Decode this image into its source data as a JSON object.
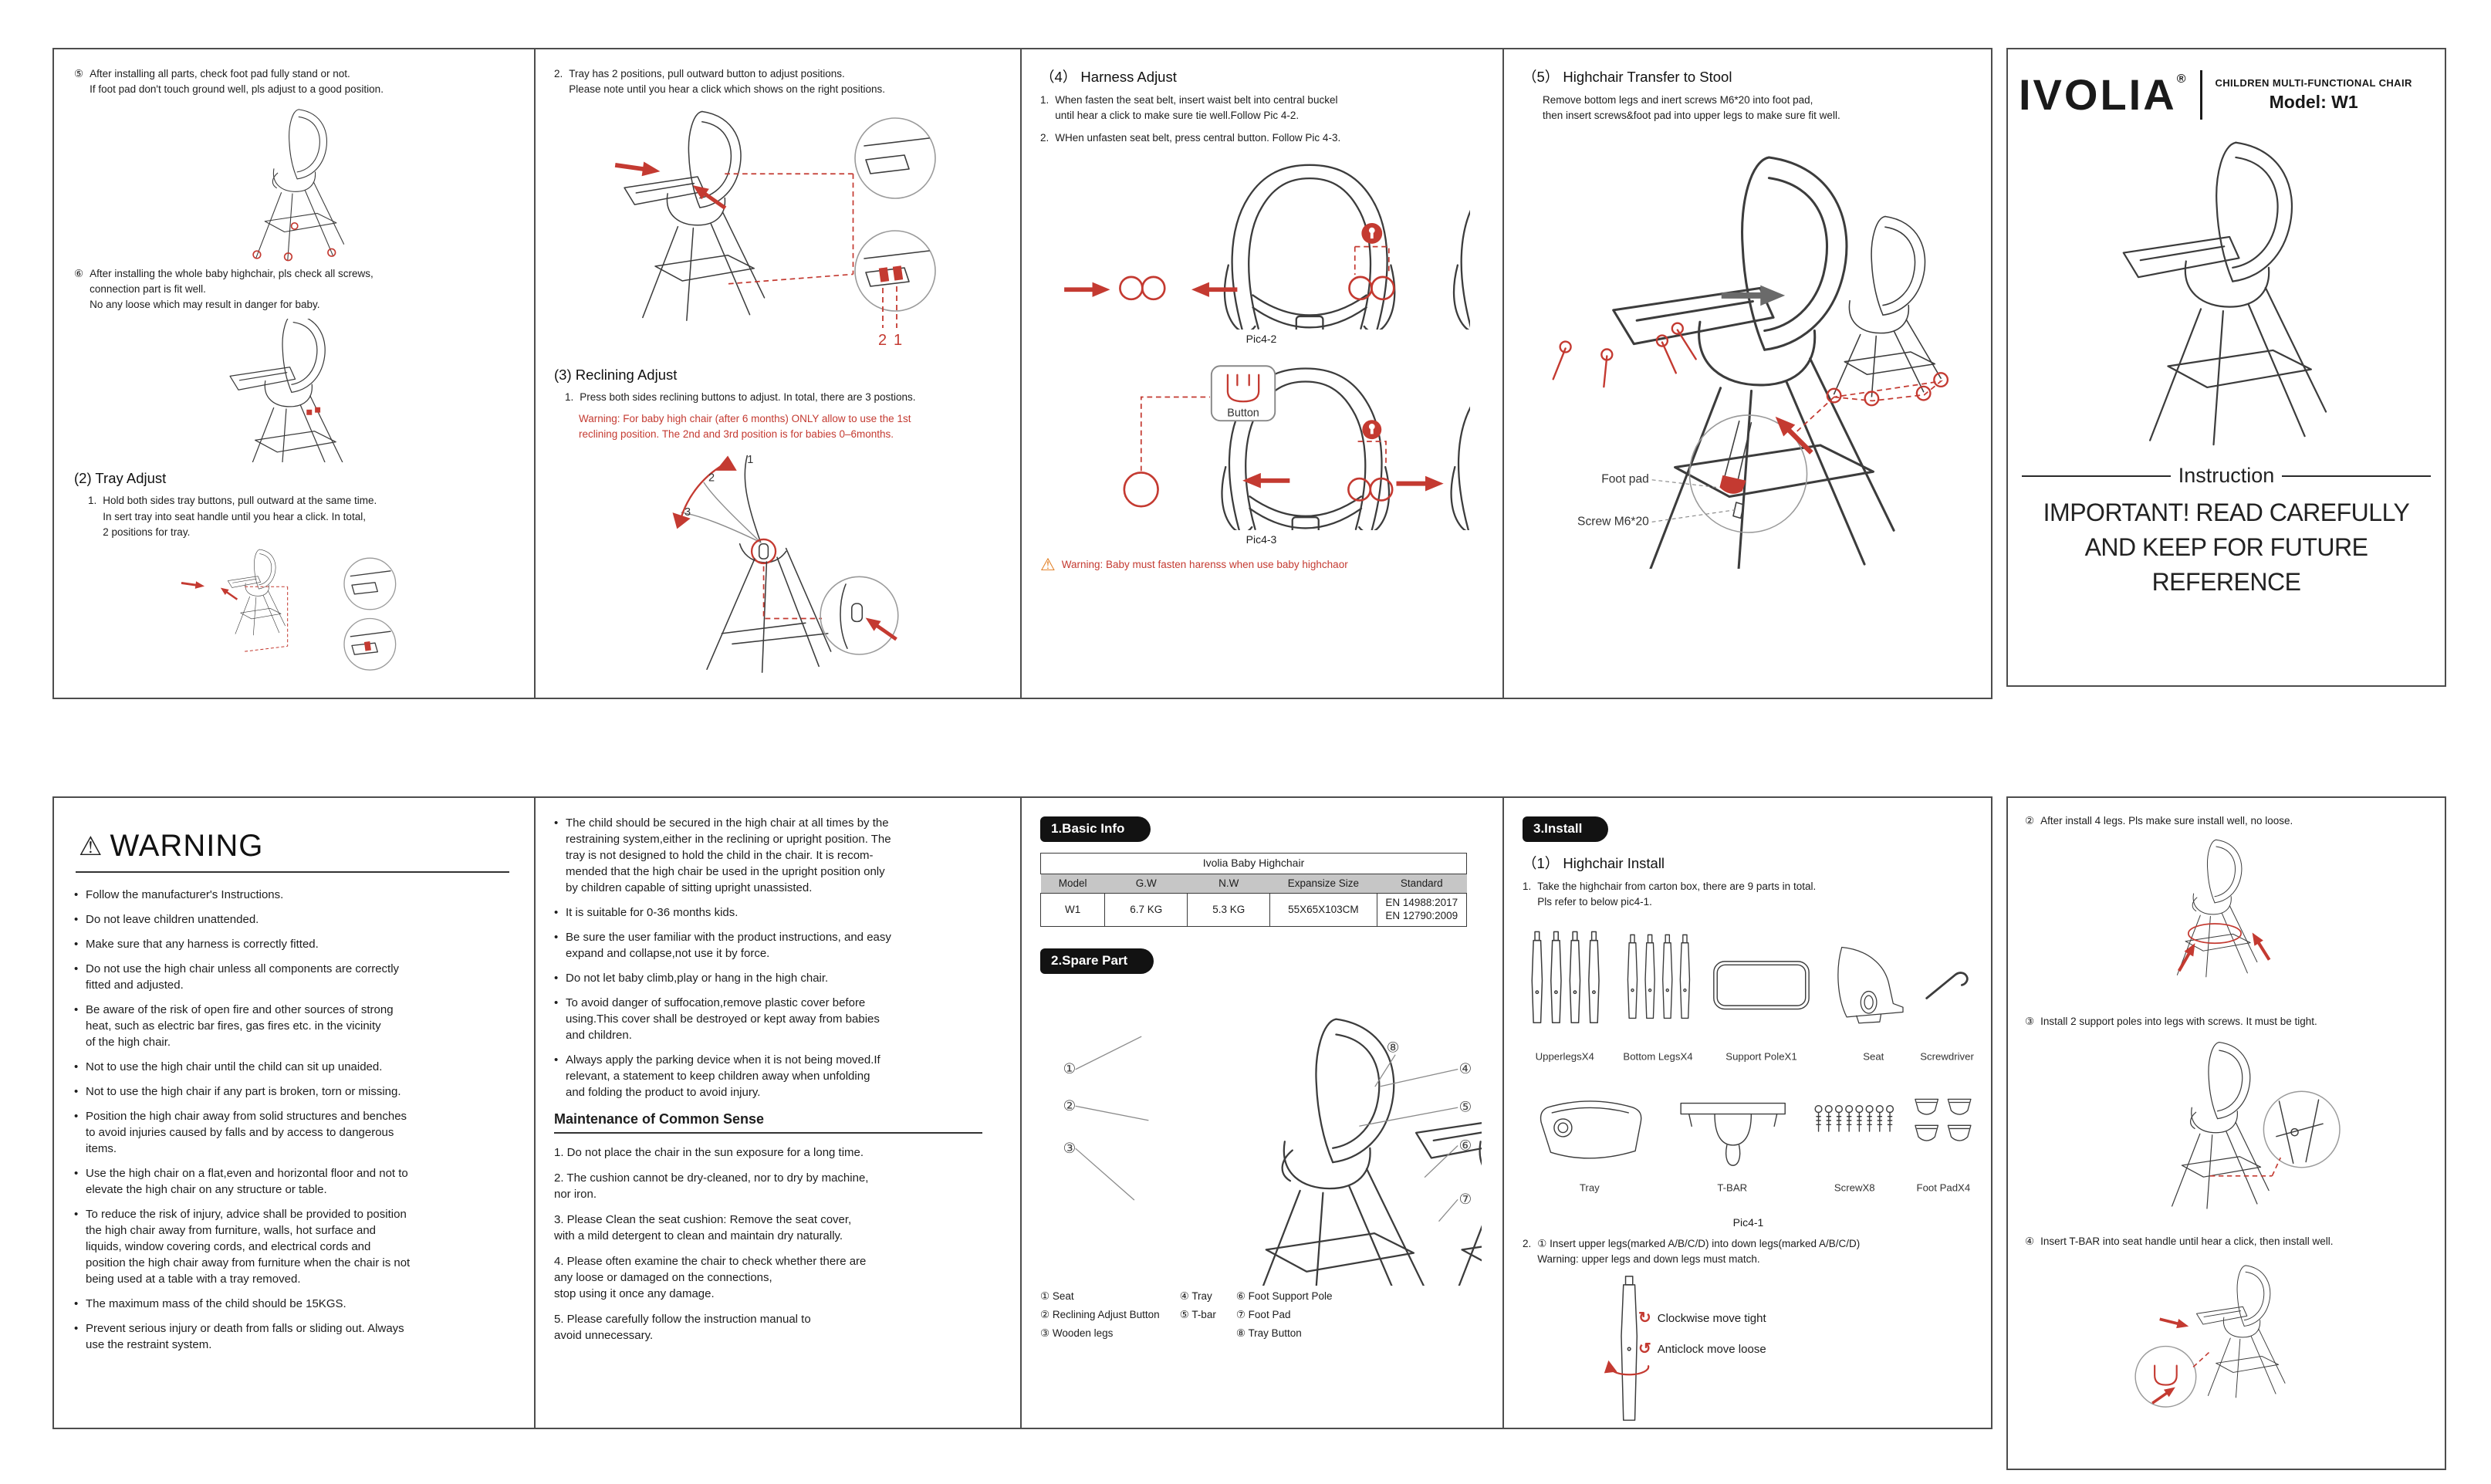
{
  "icons": {
    "warning_triangle": "⚠",
    "clockwise": "↻",
    "anticlockwise": "↺"
  },
  "cover": {
    "brand": "IVOLIA",
    "reg_mark": "®",
    "tagline": "CHILDREN MULTI-FUNCTIONAL CHAIR",
    "model": "Model: W1",
    "instruction_label": "Instruction",
    "important_line1": "IMPORTANT! READ CAREFULLY",
    "important_line2": "AND KEEP FOR FUTURE REFERENCE"
  },
  "top": {
    "panel1": {
      "step5_num": "⑤",
      "step5_text": "After installing all parts, check foot pad fully stand or not.\nIf foot pad don't touch ground well, pls adjust to a good position.",
      "step6_num": "⑥",
      "step6_text": "After installing the whole baby highchair, pls check all screws,\nconnection part is fit well.\nNo any loose which may result in danger for baby.",
      "tray_adjust_title": "(2)  Tray Adjust",
      "tray_item_num": "1.",
      "tray_item_text": "Hold both sides tray buttons, pull outward at the same time.\nIn sert tray into seat handle until you hear a click. In total,\n2 positions for tray."
    },
    "panel2": {
      "item_num": "2.",
      "item_text": "Tray has 2 positions, pull outward button to adjust positions.\nPlease note until you hear a click which shows on the right positions.",
      "pos_label_2": "2",
      "pos_label_1": "1",
      "recline_title": "(3) Reclining Adjust",
      "recline_item_num": "1.",
      "recline_item_text": "Press both sides reclining buttons to adjust. In total, there are 3 postions.",
      "recline_warning": "Warning: For baby high chair (after 6 months) ONLY allow to use the 1st\nreclining position.  The 2nd and 3rd position is for babies 0–6months.",
      "recline_pos1": "1",
      "recline_pos2": "2",
      "recline_pos3": "3"
    },
    "panel3": {
      "title": "（4） Harness Adjust",
      "item1_num": "1.",
      "item1_text": "When fasten the seat belt, insert waist belt into central buckel\nuntil hear a click to make sure tie well.Follow Pic 4-2.",
      "item2_num": "2.",
      "item2_text": "WHen unfasten seat belt, press central button. Follow Pic 4-3.",
      "pic42_caption": "Pic4-2",
      "pic43_caption": "Pic4-3",
      "button_label": "Button",
      "warning_text": "Warning: Baby must fasten harenss when use baby highchaor"
    },
    "panel4": {
      "title": "（5） Highchair Transfer to Stool",
      "body_text": "Remove bottom legs and inert screws M6*20 into foot pad,\nthen insert screws&foot pad into upper legs to make sure fit well.",
      "footpad_label": "Foot pad",
      "screw_label": "Screw M6*20"
    }
  },
  "warning_panel": {
    "title": "WARNING",
    "bullets": [
      "Follow the manufacturer's Instructions.",
      "Do not leave children unattended.",
      "Make sure that any harness is correctly fitted.",
      "Do not use the high chair unless all components are correctly\nfitted and adjusted.",
      "Be aware of the risk of open fire and other sources of strong\nheat, such as electric bar fires, gas fires etc. in the vicinity\nof the high chair.",
      "Not to use the high chair until the child can sit up unaided.",
      "Not to use the high chair if any part is broken, torn or missing.",
      "Position the high chair away from solid structures and benches\nto avoid injuries caused by falls and by access to dangerous\nitems.",
      "Use the high chair on a flat,even and horizontal floor and not to\nelevate the high chair on any structure or table.",
      "To reduce the risk of injury, advice shall be provided to position\nthe high chair away from furniture, walls, hot surface and\nliquids, window covering cords, and electrical cords and\nposition the high chair away from furniture when the chair is not\nbeing used at a table with a tray removed.",
      "The maximum mass of the child should be 15KGS.",
      "Prevent serious injury or death from falls or sliding out. Always\nuse the restraint system."
    ]
  },
  "notes_panel": {
    "bullets": [
      "The child should be secured in the high chair at all times by the\nrestraining system,either in the reclining or upright position. The\ntray is not designed to hold the child in the chair. It is recom-\nmended that the high chair be used in the upright position only\nby children capable of sitting upright unassisted.",
      "It is suitable for 0-36 months kids.",
      "Be sure the user familiar with the product instructions, and easy\nexpand and collapse,not use it by force.",
      "Do not let baby climb,play or hang in the high chair.",
      "To avoid danger of suffocation,remove plastic cover before\nusing.This cover shall be destroyed or kept away from babies\nand children.",
      "Always apply the parking device when it is not being moved.If\nrelevant, a statement to keep children away when unfolding\nand folding the product to avoid injury."
    ],
    "maintenance_title": "Maintenance of Common Sense",
    "items": [
      "1. Do not place the chair in the sun exposure for a long time.",
      "2. The cushion cannot be dry-cleaned, nor to dry by machine,\nnor iron.",
      "3. Please Clean the seat cushion: Remove the seat cover,\nwith a mild detergent to clean and maintain dry naturally.",
      "4. Please often examine the chair to check whether there are\nany loose or damaged on the connections,\nstop using it once any damage.",
      "5. Please carefully follow the instruction manual to\navoid unnecessary."
    ]
  },
  "basic_info": {
    "section_label": "1.Basic Info",
    "table": {
      "title": "Ivolia Baby Highchair",
      "headers": [
        "Model",
        "G.W",
        "N.W",
        "Expansize Size",
        "Standard"
      ],
      "row": [
        "W1",
        "6.7 KG",
        "5.3 KG",
        "55X65X103CM",
        "EN 14988:2017\nEN 12790:2009"
      ]
    }
  },
  "spare_part": {
    "section_label": "2.Spare Part",
    "callouts": [
      "①",
      "②",
      "③",
      "④",
      "⑤",
      "⑥",
      "⑦",
      "⑧"
    ],
    "legend_col1": [
      "①  Seat",
      "②  Reclining Adjust Button",
      "③  Wooden legs"
    ],
    "legend_col2": [
      "④  Tray",
      "⑤  T-bar"
    ],
    "legend_col3": [
      "⑥  Foot Support Pole",
      "⑦  Foot Pad",
      "⑧  Tray Button"
    ]
  },
  "install": {
    "section_label": "3.Install",
    "subtitle": "（1） Highchair Install",
    "item1_num": "1.",
    "item1_text": "Take the highchair from carton box, there are 9 parts in total.\nPls refer to below pic4-1.",
    "part_labels_row1": [
      "UpperlegsX4",
      "Bottom LegsX4",
      "Support PoleX1",
      "Seat",
      "Screwdriver"
    ],
    "part_labels_row2": [
      "Tray",
      "T-BAR",
      "ScrewX8",
      "Foot PadX4"
    ],
    "pic41_caption": "Pic4-1",
    "item2_num": "2.",
    "item2_text": "① Insert upper legs(marked A/B/C/D) into down legs(marked A/B/C/D)\nWarning: upper legs and down legs must match.",
    "rotate_cw_label": "Clockwise move tight",
    "rotate_ccw_label": "Anticlock move loose"
  },
  "final_steps": {
    "step2_num": "②",
    "step2_text": "After install 4 legs. Pls make sure install well, no loose.",
    "step3_num": "③",
    "step3_text": "Install 2 support poles into legs with screws. It must be tight.",
    "step4_num": "④",
    "step4_text": "Insert T-BAR into seat handle until hear a click, then install well."
  }
}
